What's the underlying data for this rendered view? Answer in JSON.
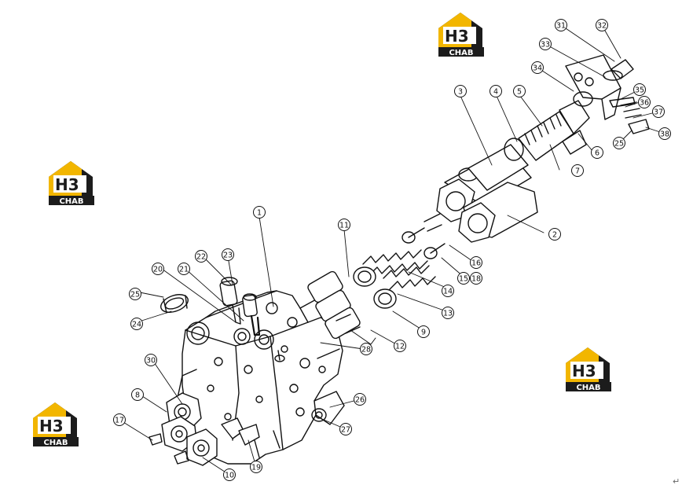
{
  "brand": {
    "logo_letters": "H3",
    "logo_caption": "CHAB",
    "colors": {
      "yellow": "#f2b600",
      "dark": "#1c1c1c",
      "white": "#ffffff"
    }
  },
  "callouts": [
    "1",
    "2",
    "3",
    "4",
    "5",
    "6",
    "7",
    "8",
    "9",
    "10",
    "11",
    "12",
    "13",
    "14",
    "15",
    "16",
    "17",
    "18",
    "19",
    "20",
    "21",
    "22",
    "23",
    "24",
    "25",
    "25",
    "26",
    "27",
    "28",
    "30",
    "31",
    "32",
    "33",
    "34",
    "35",
    "36",
    "37",
    "38",
    "25"
  ],
  "paragraph_mark": "↵"
}
